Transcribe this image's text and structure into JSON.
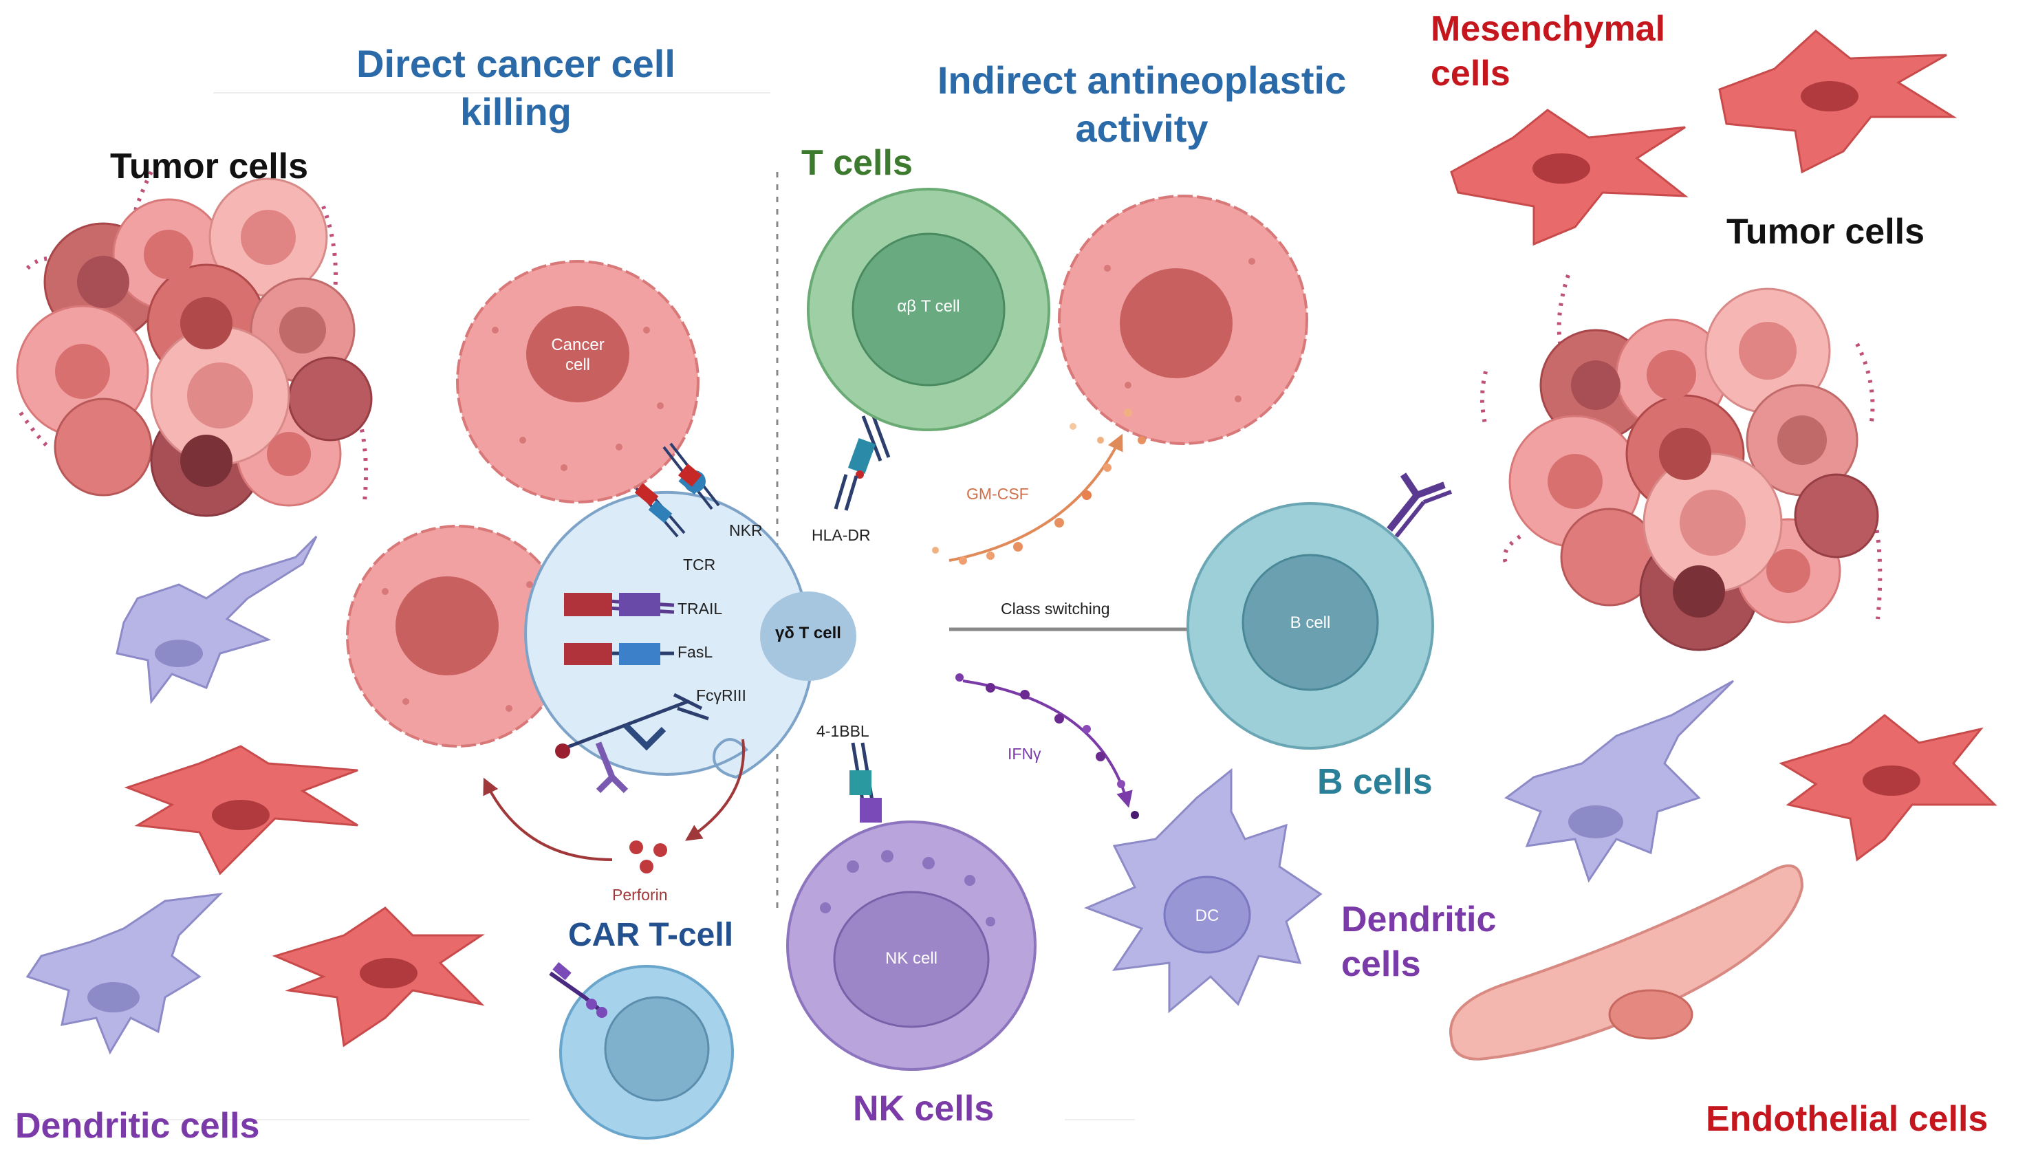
{
  "headings": {
    "direct_line1": "Direct cancer cell",
    "direct_line2": "killing",
    "indirect_line1": "Indirect antineoplastic",
    "indirect_line2": "activity"
  },
  "groups": {
    "tumor_left": "Tumor cells",
    "tumor_right": "Tumor cells",
    "t_cells": "T cells",
    "mesenchymal_line1": "Mesenchymal",
    "mesenchymal_line2": "cells",
    "b_cells": "B cells",
    "dendritic_right_line1": "Dendritic",
    "dendritic_right_line2": "cells",
    "dendritic_left": "Dendritic cells",
    "car_t": "CAR T-cell",
    "nk_cells": "NK cells",
    "endothelial": "Endothelial cells"
  },
  "cells": {
    "cancer_line1": "Cancer",
    "cancer_line2": "cell",
    "gd_t": "γδ T cell",
    "ab_t": "αβ T cell",
    "b_cell": "B cell",
    "nk_cell": "NK cell",
    "dc": "DC"
  },
  "receptors": {
    "nkr": "NKR",
    "tcr": "TCR",
    "trail": "TRAIL",
    "fasl": "FasL",
    "fcgr": "FcγRIII",
    "hla_dr": "HLA-DR",
    "bbl": "4-1BBL"
  },
  "mediators": {
    "gm_csf": "GM-CSF",
    "class_switching": "Class switching",
    "ifng": "IFNγ",
    "perforin": "Perforin"
  },
  "colors": {
    "heading_blue": "#2a6aa8",
    "tumor_pink": "#f1a1a1",
    "tumor_dark": "#c96060",
    "mesenchymal_red": "#e86a6a",
    "gd_t_fill": "#dcebf8",
    "ab_t_green": "#9fd0a5",
    "b_cell_teal": "#9ccfd8",
    "nk_purple": "#b9a4db",
    "dc_lavender": "#b7b5e6",
    "car_t_blue": "#a6d2ec",
    "endothelial_pink": "#f4b7b0"
  }
}
